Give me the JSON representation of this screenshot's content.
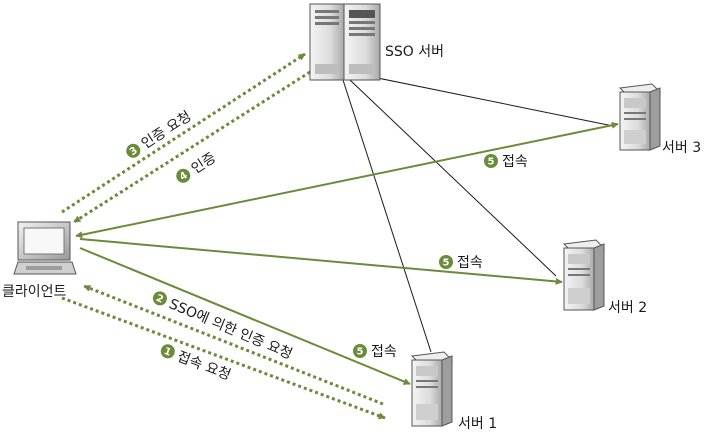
{
  "nodes": {
    "sso_server": {
      "label": "SSO 서버"
    },
    "client": {
      "label": "클라이언트"
    },
    "server1": {
      "label": "서버 1"
    },
    "server2": {
      "label": "서버 2"
    },
    "server3": {
      "label": "서버 3"
    }
  },
  "steps": [
    {
      "number": "1",
      "text": "접속 요청"
    },
    {
      "number": "2",
      "text": "SSO에 의한 인증 요청"
    },
    {
      "number": "3",
      "text": "인증 요청"
    },
    {
      "number": "4",
      "text": "인증"
    },
    {
      "number": "5",
      "text": "접속"
    }
  ],
  "colors": {
    "flow": "#6b8a3a",
    "step_badge": "#6b8a3a",
    "link": "#1a1a1a",
    "server_body": "#dcdcdc"
  }
}
